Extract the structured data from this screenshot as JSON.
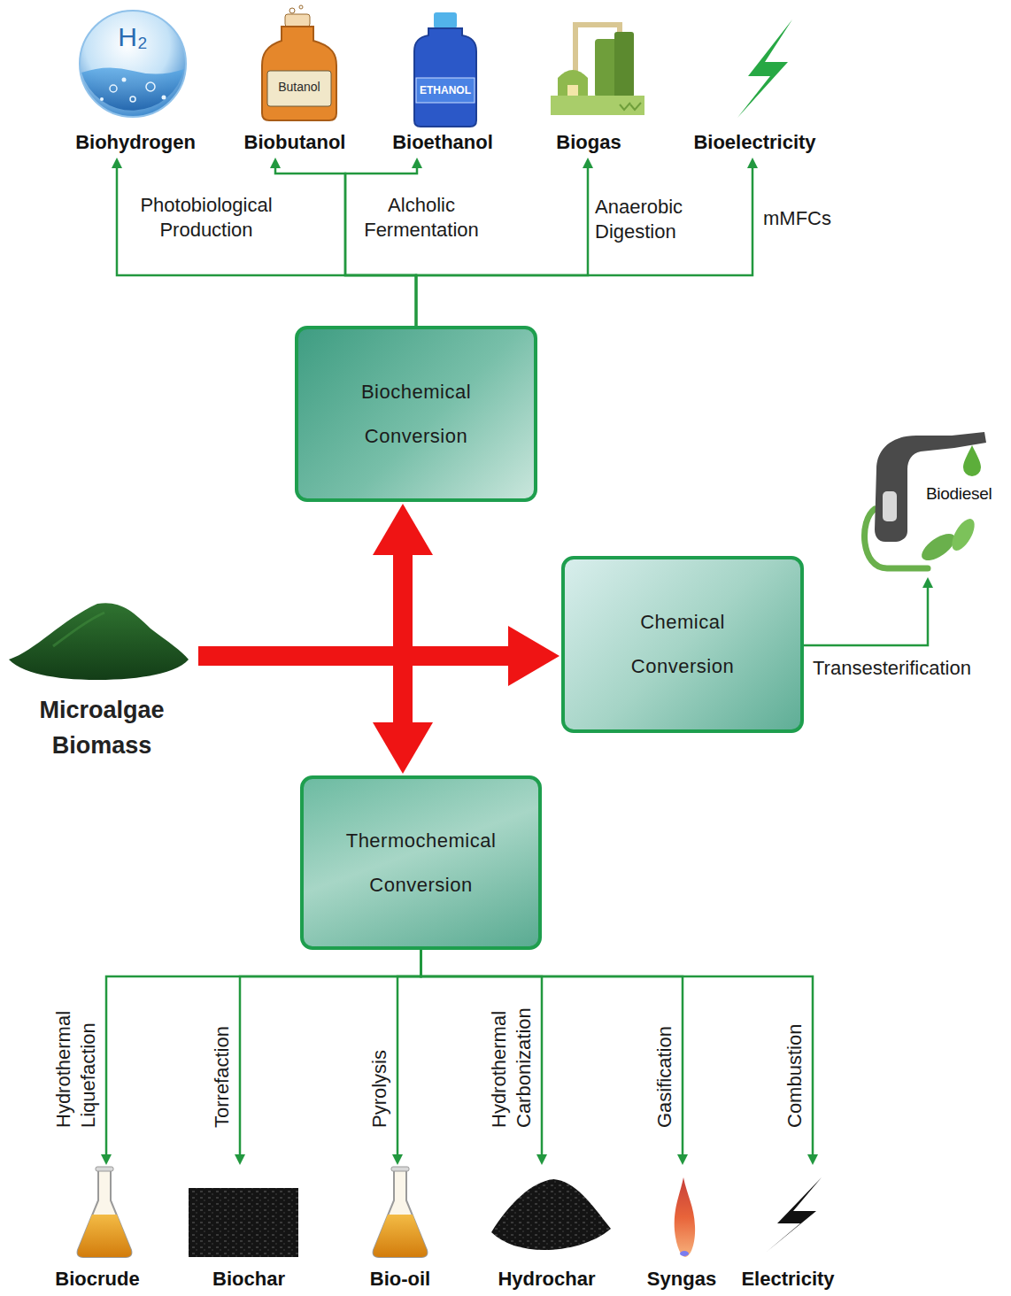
{
  "diagram": {
    "nodes": [
      {
        "text": [
          "Biohydrogen"
        ]
      },
      {
        "text": [
          "Biobutanol"
        ]
      },
      {
        "text": [
          "Bioethanol"
        ]
      },
      {
        "text": [
          "Biogas"
        ]
      },
      {
        "text": [
          "Bioelectricity"
        ]
      },
      {
        "text": [
          "Biochemical Conversion"
        ]
      },
      {
        "text": [
          "Biodiesel"
        ]
      },
      {
        "text": [
          "Microalgae Biomass"
        ]
      },
      {
        "text": [
          "Chemical Conversion"
        ]
      },
      {
        "text": [
          "Thermochemical Conversion"
        ]
      },
      {
        "text": [
          "Biocrude"
        ]
      },
      {
        "text": [
          "Biochar"
        ]
      },
      {
        "text": [
          "Bio-oil"
        ]
      },
      {
        "text": [
          "Hydrochar"
        ]
      },
      {
        "text": [
          "Syngas"
        ]
      },
      {
        "text": [
          "Electricity"
        ]
      }
    ],
    "edges": [
      {
        "from": 7,
        "to": 5,
        "arrow": "to"
      },
      {
        "from": 7,
        "to": 8,
        "arrow": "to"
      },
      {
        "from": 7,
        "to": 9,
        "arrow": "to"
      },
      {
        "from": 5,
        "to": 0,
        "label": "Photobiological Production",
        "arrow": "to"
      },
      {
        "from": 5,
        "to": 1,
        "label": "Alcholic Fermentation",
        "arrow": "to"
      },
      {
        "from": 5,
        "to": 2,
        "arrow": "to"
      },
      {
        "from": 5,
        "to": 3,
        "label": "Anaerobic Digestion",
        "arrow": "to"
      },
      {
        "from": 5,
        "to": 4,
        "label": "mMFCs",
        "arrow": "to"
      },
      {
        "from": 8,
        "to": 6,
        "label": "Transesterification",
        "arrow": "to"
      },
      {
        "from": 9,
        "to": 10,
        "label": "Hydrothermal Liquefaction",
        "arrow": "to"
      },
      {
        "from": 9,
        "to": 11,
        "label": "Torrefaction",
        "arrow": "to"
      },
      {
        "from": 9,
        "to": 12,
        "label": "Pyrolysis",
        "arrow": "to"
      },
      {
        "from": 9,
        "to": 13,
        "label": "Hydrothermal Carbonization",
        "arrow": "to"
      },
      {
        "from": 9,
        "to": 14,
        "label": "Gasification",
        "arrow": "to"
      },
      {
        "from": 9,
        "to": 15,
        "label": "Combustion",
        "arrow": "to"
      }
    ],
    "labels": [
      "H₂",
      "Butanol",
      "ETHANOL"
    ]
  }
}
